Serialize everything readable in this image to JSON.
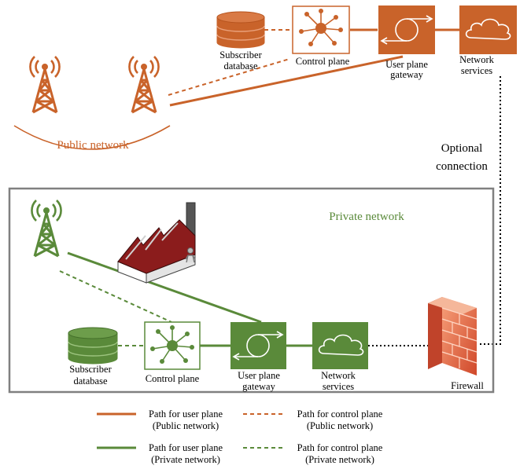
{
  "public": {
    "label": "Public network",
    "subscriber_db": [
      "Subscriber",
      "database"
    ],
    "control_plane": "Control plane",
    "user_plane": [
      "User plane",
      "gateway"
    ],
    "network_services": [
      "Network",
      "services"
    ]
  },
  "optional": [
    "Optional",
    "connection"
  ],
  "private": {
    "label": "Private network",
    "subscriber_db": [
      "Subscriber",
      "database"
    ],
    "control_plane": "Control plane",
    "user_plane": [
      "User plane",
      "gateway"
    ],
    "network_services": [
      "Network",
      "services"
    ],
    "firewall": "Firewall"
  },
  "legend": {
    "pub_user": [
      "Path for user plane",
      "(Public network)"
    ],
    "pub_ctrl": [
      "Path for control plane",
      "(Public network)"
    ],
    "priv_user": [
      "Path for user plane",
      "(Private network)"
    ],
    "priv_ctrl": [
      "Path for control plane",
      "(Private network)"
    ]
  },
  "colors": {
    "public": "#c9632a",
    "private": "#5a8a3a",
    "border": "#808080",
    "dotted": "#000000"
  },
  "icons": [
    "cell-tower-icon",
    "database-icon",
    "control-plane-hub-icon",
    "gateway-loop-icon",
    "cloud-icon",
    "factory-icon",
    "worker-icon",
    "firewall-brick-icon"
  ]
}
